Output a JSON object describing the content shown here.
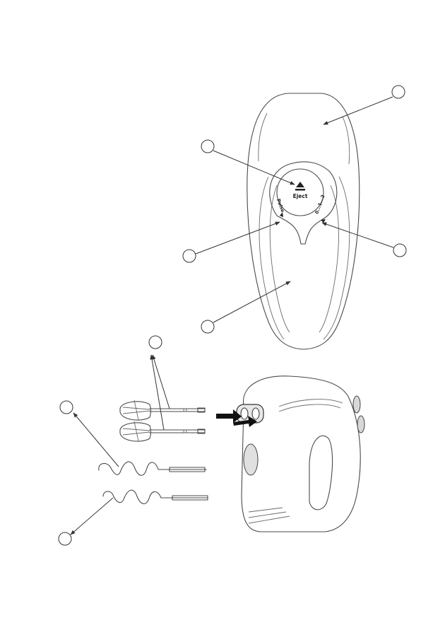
{
  "control_panel": {
    "eject_label": "Eject",
    "turbo_label": "Pulse",
    "speed_scale": "0...1...2"
  },
  "colors": {
    "line": "#4a4a4a",
    "shade": "#cfcfcf",
    "arrow": "#111111"
  },
  "icons": {
    "eject": "eject-icon",
    "callout": "callout-circle-icon",
    "insert_arrow": "insert-arrow-icon"
  }
}
